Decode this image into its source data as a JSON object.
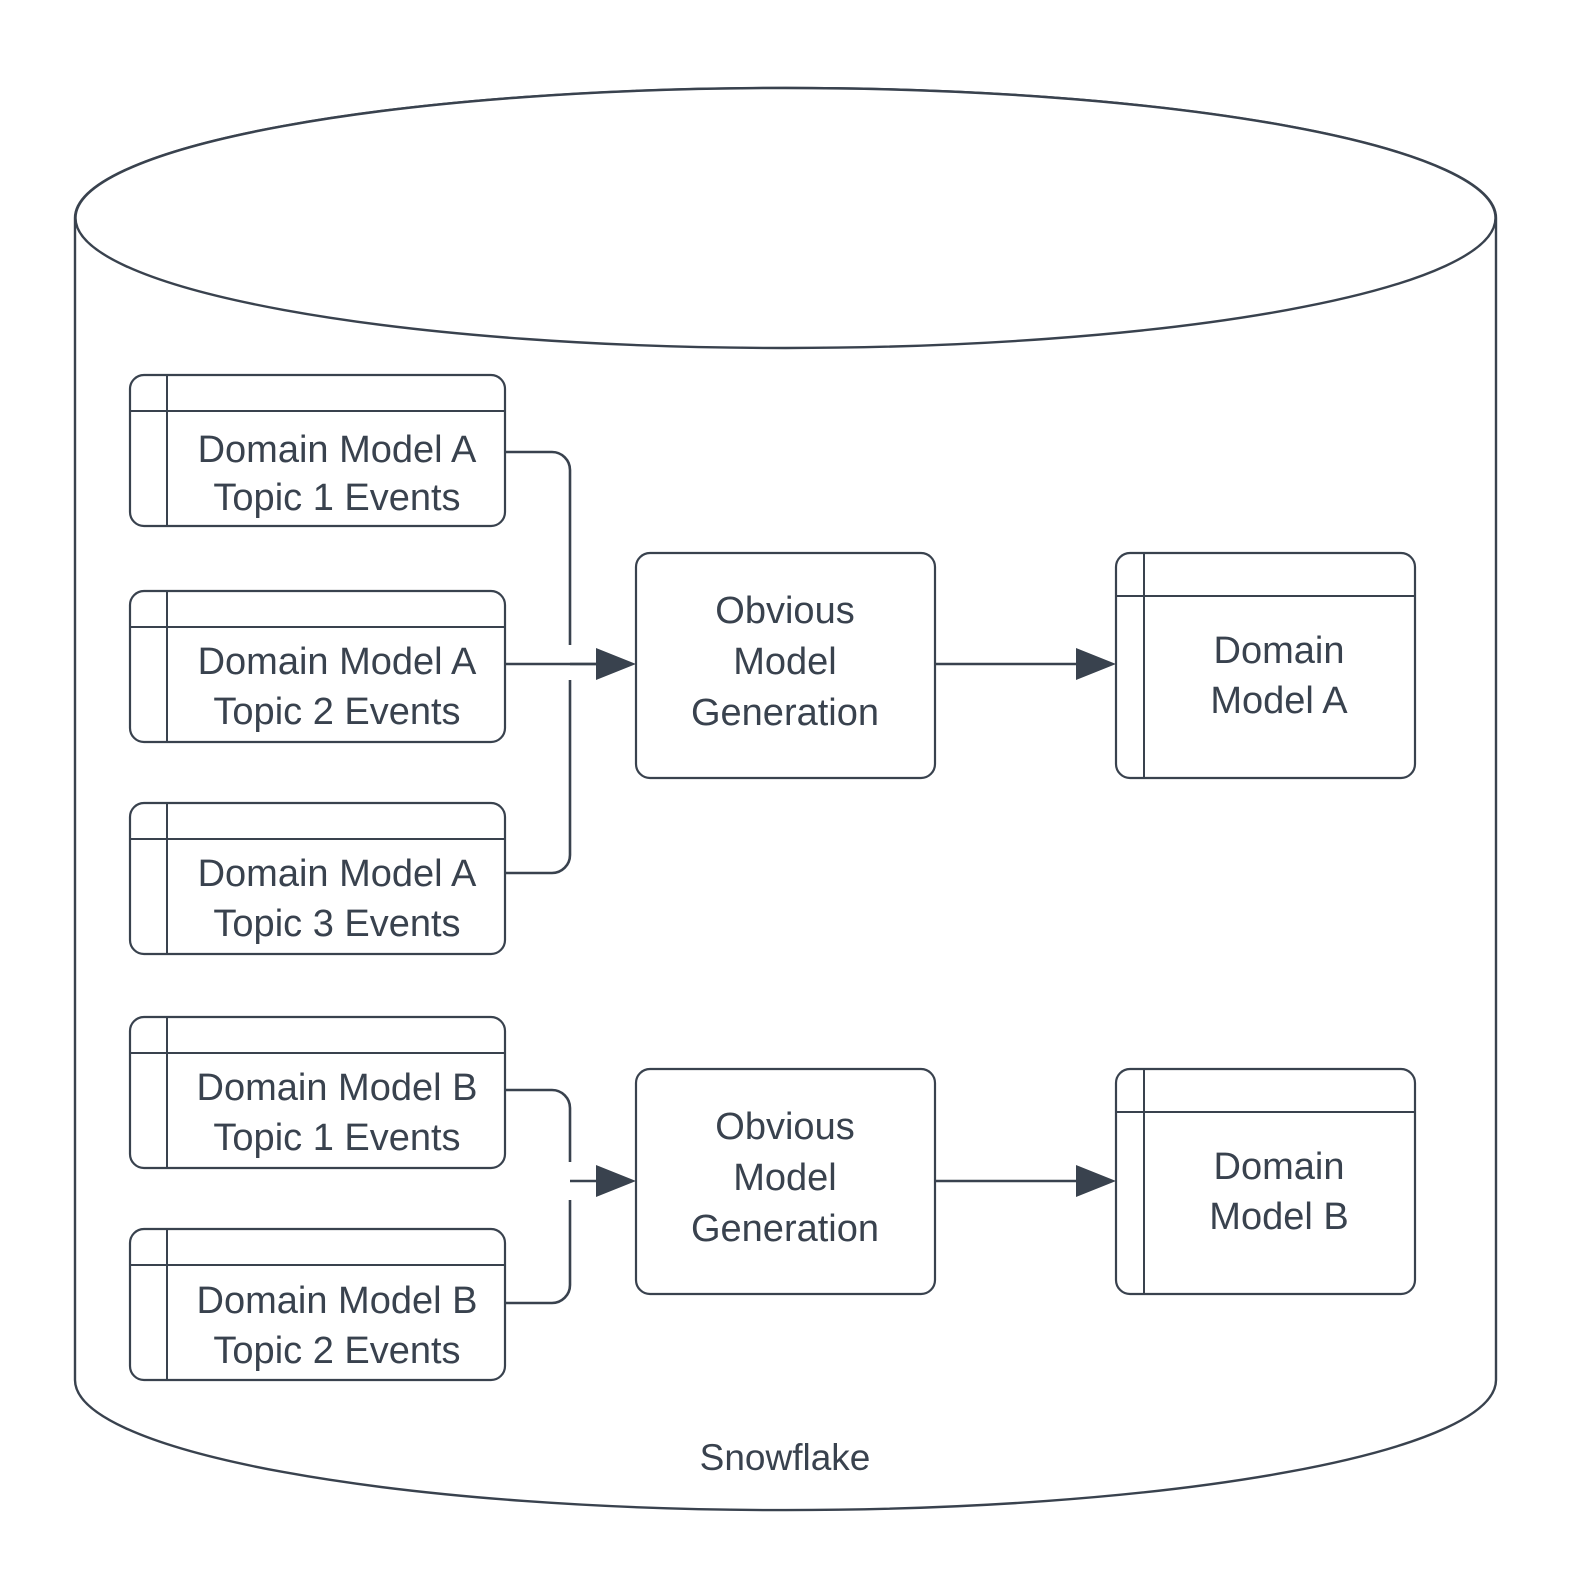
{
  "diagram": {
    "type": "flow-diagram",
    "container": {
      "name": "database-cylinder",
      "label": "Snowflake",
      "shape": "cylinder"
    },
    "colors": {
      "stroke": "#39424e",
      "fill": "#ffffff",
      "text": "#39424e",
      "background": "#ffffff"
    },
    "groups": [
      {
        "id": "group-a",
        "sources": [
          {
            "id": "a-topic-1",
            "line1": "Domain Model A",
            "line2": "Topic 1 Events",
            "shape": "table"
          },
          {
            "id": "a-topic-2",
            "line1": "Domain Model A",
            "line2": "Topic 2 Events",
            "shape": "table"
          },
          {
            "id": "a-topic-3",
            "line1": "Domain Model A",
            "line2": "Topic 3 Events",
            "shape": "table"
          }
        ],
        "process": {
          "id": "process-a",
          "line1": "Obvious",
          "line2": "Model",
          "line3": "Generation",
          "shape": "rounded-rect"
        },
        "output": {
          "id": "output-a",
          "line1": "Domain",
          "line2": "Model A",
          "shape": "table"
        }
      },
      {
        "id": "group-b",
        "sources": [
          {
            "id": "b-topic-1",
            "line1": "Domain Model B",
            "line2": "Topic 1 Events",
            "shape": "table"
          },
          {
            "id": "b-topic-2",
            "line1": "Domain Model B",
            "line2": "Topic 2 Events",
            "shape": "table"
          }
        ],
        "process": {
          "id": "process-b",
          "line1": "Obvious",
          "line2": "Model",
          "line3": "Generation",
          "shape": "rounded-rect"
        },
        "output": {
          "id": "output-b",
          "line1": "Domain",
          "line2": "Model B",
          "shape": "table"
        }
      }
    ]
  }
}
